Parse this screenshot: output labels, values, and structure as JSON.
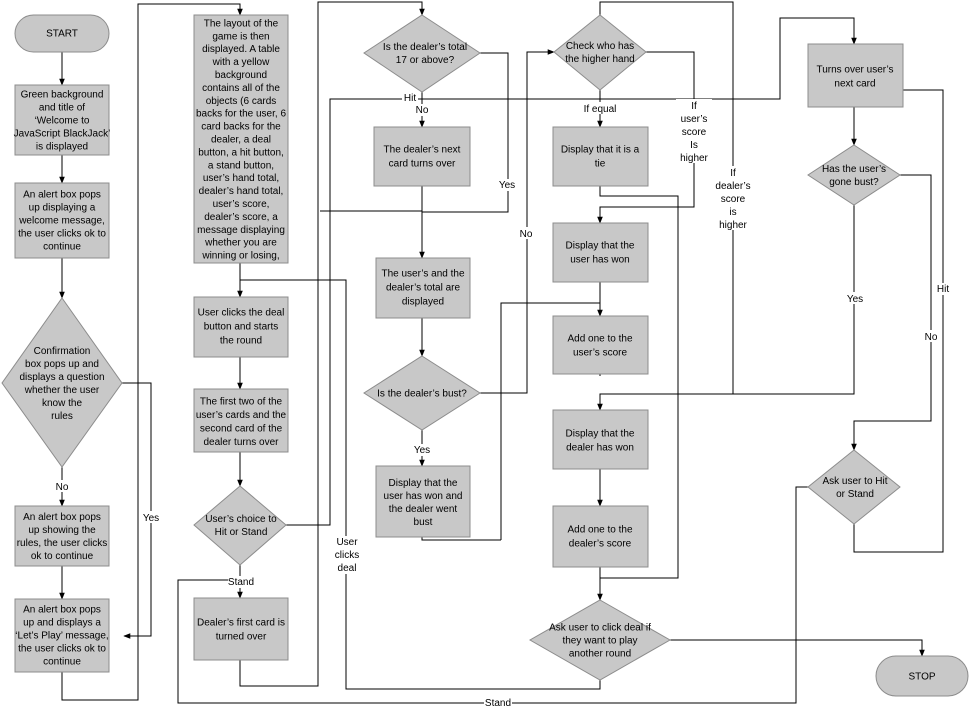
{
  "nodes": {
    "start": [
      "START"
    ],
    "green": [
      "Green background",
      "and title of",
      "‘Welcome to",
      "JavaScript BlackJack’",
      "is displayed"
    ],
    "alert1": [
      "An alert box pops",
      "up displaying a",
      "welcome message,",
      "the user clicks ok to",
      "continue"
    ],
    "confirm": [
      "Confirmation",
      "box pops up and",
      "displays a question",
      "whether the user",
      "know the",
      "rules"
    ],
    "alert2": [
      "An alert box pops",
      "up showing the",
      "rules, the user clicks",
      "ok to continue"
    ],
    "alert3": [
      "An alert box pops",
      "up and displays a",
      "‘Let’s Play’ message,",
      "the user clicks ok to",
      "continue"
    ],
    "layout": [
      "The layout of the",
      "game is then",
      "displayed. A table",
      "with a yellow",
      "background",
      "contains all of the",
      "objects (6 cards",
      "backs for the user, 6",
      "card backs for the",
      "dealer, a deal",
      "button, a hit button,",
      "a stand button,",
      "user’s hand total,",
      "dealer’s hand total,",
      "user’s score,",
      "dealer’s score, a",
      "message displaying",
      "whether you are",
      "winning or losing,"
    ],
    "deal": [
      "User clicks the deal",
      "button and starts",
      "the round"
    ],
    "first2": [
      "The first two of the",
      "user’s cards and the",
      "second card of the",
      "dealer turns over"
    ],
    "choice": [
      "User’s choice to",
      "Hit or Stand"
    ],
    "dfirst": [
      "Dealer’s first card is",
      "turned over"
    ],
    "d17": [
      "Is the dealer’s total",
      "17 or above?"
    ],
    "dnext": [
      "The dealer’s next",
      "card turns over"
    ],
    "totals": [
      "The user’s and the",
      "dealer’s total are",
      "displayed"
    ],
    "dbust": [
      "Is the dealer’s bust?"
    ],
    "uwon1": [
      "Display that the",
      "user has won and",
      "the dealer went",
      "bust"
    ],
    "check": [
      "Check who has",
      "the higher hand"
    ],
    "tie": [
      "Display that it is a",
      "tie"
    ],
    "uwon2": [
      "Display that the",
      "user has won"
    ],
    "uscore": [
      "Add one to the",
      "user’s score"
    ],
    "dwon": [
      "Display that the",
      "dealer has won"
    ],
    "dscore": [
      "Add one to the",
      "dealer’s score"
    ],
    "again": [
      "Ask user to click deal if",
      "they want to play",
      "another round"
    ],
    "turnover": [
      "Turns over user’s",
      "next card"
    ],
    "ubust": [
      "Has the user’s",
      "gone bust?"
    ],
    "ask": [
      "Ask user to Hit",
      "or Stand"
    ],
    "stop": [
      "STOP"
    ]
  },
  "labels": {
    "no1": "No",
    "yes1": "Yes",
    "stand1": "Stand",
    "hit1": "Hit",
    "no2": "No",
    "yes2": "Yes",
    "no3": "No",
    "yes3": "Yes",
    "ifequal": "If equal",
    "uhigher": [
      "If",
      "user’s",
      "score",
      "Is",
      "higher"
    ],
    "dhigher": [
      "If",
      "dealer’s",
      "score",
      "is",
      "higher"
    ],
    "clickdeal": [
      "User",
      "clicks",
      "deal"
    ],
    "yes4": "Yes",
    "no4": "No",
    "hit2": "Hit",
    "stand2": "Stand"
  }
}
